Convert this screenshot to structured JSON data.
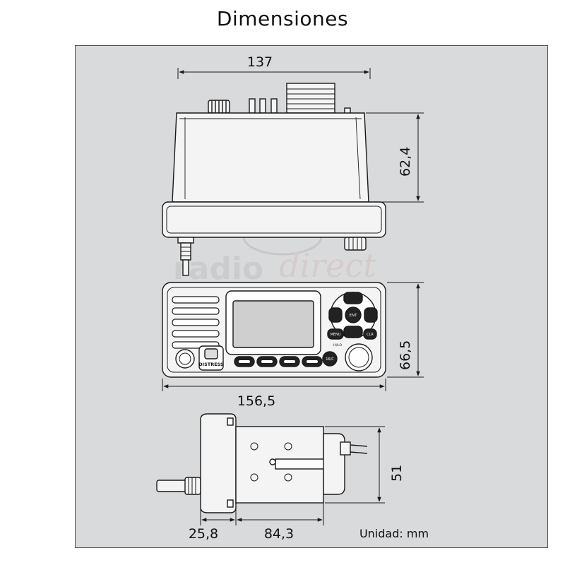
{
  "title": "Dimensiones",
  "dimensions": {
    "top_width": "137",
    "top_height": "62,4",
    "front_height": "66,5",
    "front_width": "156,5",
    "side_height": "51",
    "side_knob": "25,8",
    "side_depth": "84,3"
  },
  "unit_label": "Unidad: mm",
  "front_panel": {
    "distress_label": "DISTRESS",
    "ent_label": "ENT",
    "menu_label": "MENU",
    "clr_label": "CLR",
    "sixteen_label": "16/C",
    "hilo_label": "HI/LO"
  },
  "watermark": "radio direct",
  "colors": {
    "background": "#ffffff",
    "panel": "#d9dadb",
    "line": "#1a1a1a",
    "device_fill": "#f4f4f4"
  }
}
